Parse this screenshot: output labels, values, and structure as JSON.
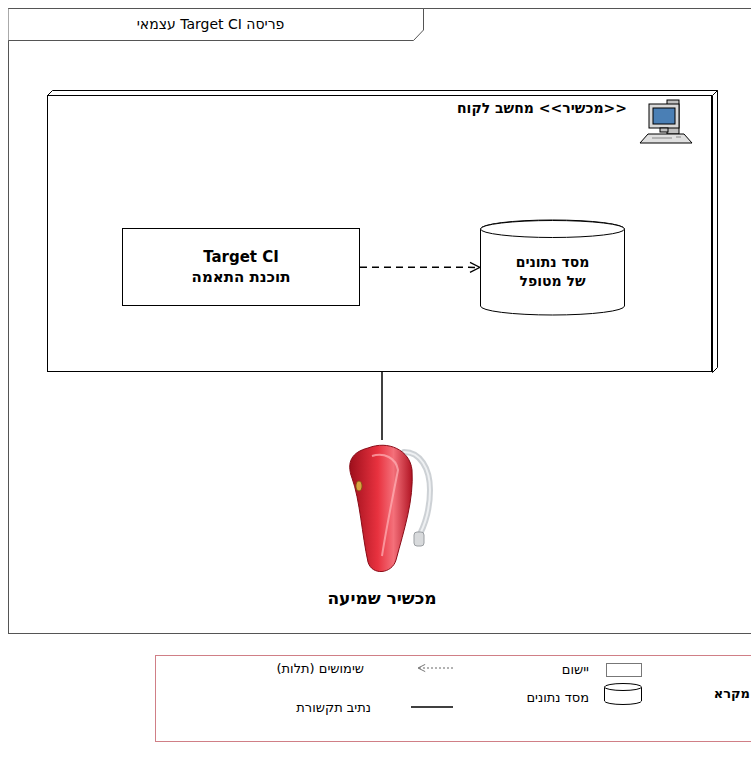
{
  "diagram": {
    "title": "פריסה Target CI עצמאי",
    "nodes": [
      {
        "text": [
          "<<מכשיר>> מחשב לקוח"
        ]
      },
      {
        "text": [
          "Target CI",
          "תוכנת התאמה"
        ],
        "in": 0
      },
      {
        "text": [
          "מסד נתונים של מטופל"
        ],
        "in": 0
      },
      {
        "text": [
          "מכשיר שמיעה"
        ]
      }
    ],
    "edges": [
      {
        "from": 1,
        "to": 2,
        "arrow": "to"
      },
      {
        "from": 0,
        "to": 3,
        "arrow": "none"
      }
    ],
    "labels": [
      "מקרא"
    ],
    "legend": [
      {
        "text": "יישום"
      },
      {
        "text": "מסד נתונים"
      },
      {
        "text": "שימושים (תלות)"
      },
      {
        "text": "נתיב תקשורת"
      }
    ]
  }
}
